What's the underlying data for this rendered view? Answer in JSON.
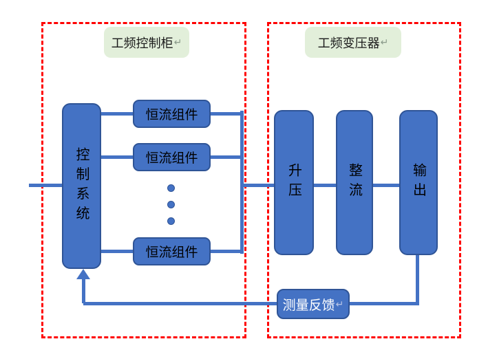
{
  "colors": {
    "node_fill": "#4472C4",
    "node_border": "#2F5496",
    "connector": "#4472C4",
    "container_border": "#FF0000",
    "group_label_bg": "#E2EFDA",
    "node_text": "#000000",
    "feedback_text": "#FFFFFF"
  },
  "groups": {
    "left": {
      "label": "工频控制柜",
      "return_mark": "↵"
    },
    "right": {
      "label": "工频变压器",
      "return_mark": "↵"
    }
  },
  "nodes": {
    "control_system": "控制系统",
    "cc_modules": [
      "恒流组件",
      "恒流组件",
      "恒流组件"
    ],
    "boost": "升压",
    "rectifier": "整流",
    "output": "输出",
    "feedback": {
      "label": "测量反馈",
      "return_mark": "↵"
    }
  },
  "ellipsis_dot_count": 3
}
